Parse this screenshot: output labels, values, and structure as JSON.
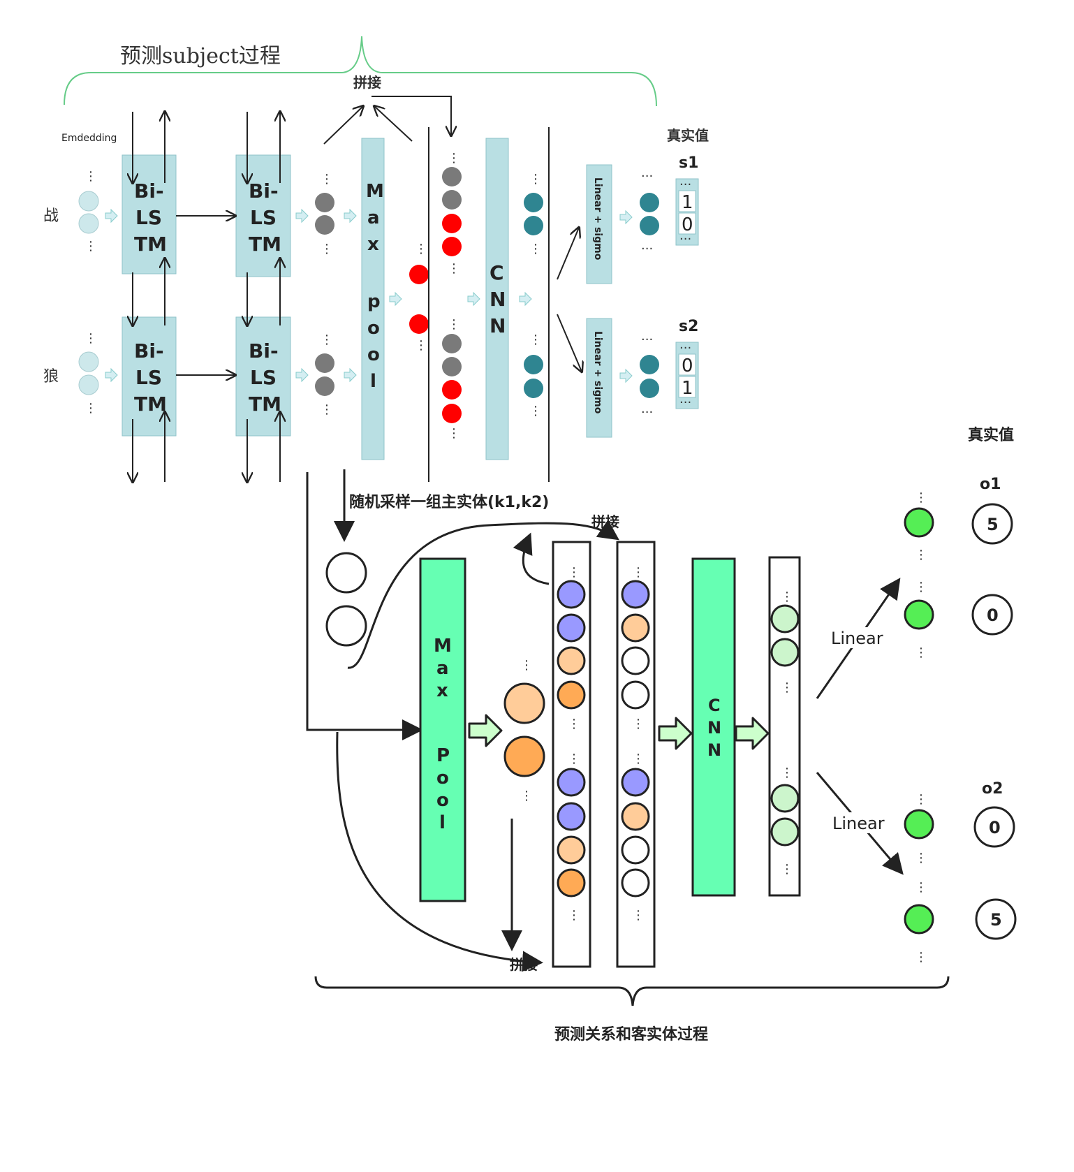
{
  "top": {
    "title": "预测subject过程",
    "concat": "拼接",
    "embedding": "Emdedding",
    "char1": "战",
    "char2": "狼",
    "bilstm": [
      "Bi-",
      "LS",
      "TM"
    ],
    "maxpool": [
      "M",
      "a",
      "x",
      "",
      "p",
      "o",
      "o",
      "l"
    ],
    "cnn": [
      "C",
      "N",
      "N"
    ],
    "linear_sigmo": "Linear + sigmo",
    "true_value": "真实值",
    "s1": "s1",
    "s2": "s2",
    "s1_vals": [
      "1",
      "0"
    ],
    "s2_vals": [
      "0",
      "1"
    ],
    "ellipsis": "···"
  },
  "bottom": {
    "sample": "随机采样一组主实体(k1,k2)",
    "concat_top": "拼接",
    "concat_bottom": "拼接",
    "maxpool": [
      "M",
      "a",
      "x",
      "",
      "P",
      "o",
      "o",
      "l"
    ],
    "cnn": [
      "C",
      "N",
      "N"
    ],
    "linear1": "Linear",
    "linear2": "Linear",
    "true_value": "真实值",
    "o1": "o1",
    "o2": "o2",
    "o1_vals": [
      "5",
      "0"
    ],
    "o2_vals": [
      "0",
      "5"
    ],
    "caption": "预测关系和客实体过程"
  },
  "colors": {
    "teal_box": "#b9dfe3",
    "teal_box_border": "#8fc3c9",
    "light_dot": "#cde8eb",
    "gray_dot": "#7a7a7a",
    "red_dot": "#ff0000",
    "teal_dot": "#2f8591",
    "green_bracket": "#66cc88",
    "mint_box": "#66ffb3",
    "purple_dot": "#9999ff",
    "peach_dot": "#ffcc99",
    "orange_dot": "#ffaa55",
    "pale_green_dot": "#ccf5cc",
    "bright_green_dot": "#55ee55",
    "arrow_fill": "#ccffcc"
  }
}
